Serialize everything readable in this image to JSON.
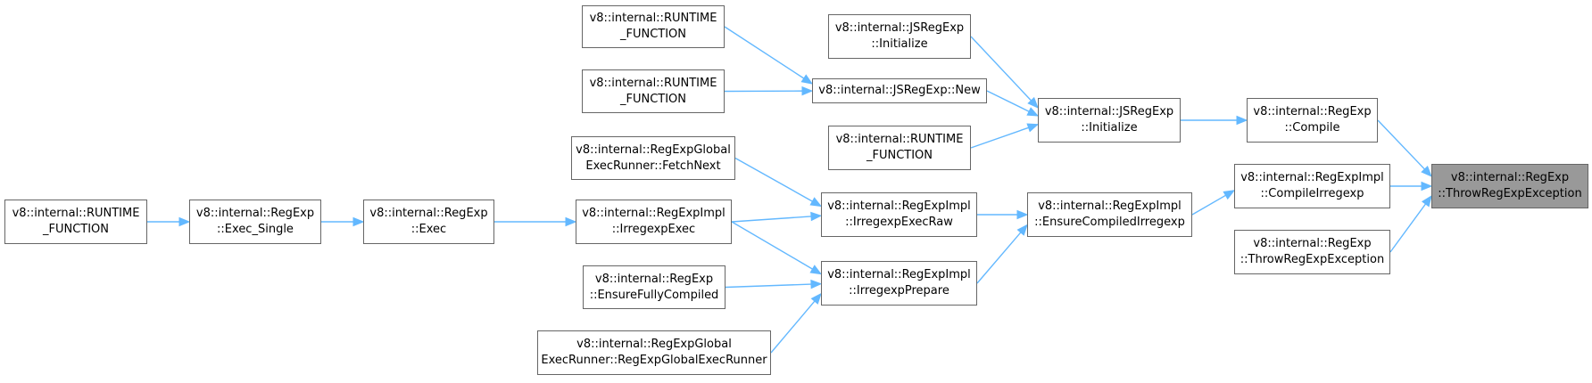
{
  "colors": {
    "edge": "#63b8ff",
    "node_border": "#666666",
    "focus_fill": "#999999",
    "node_fill": "#ffffff"
  },
  "nodes": {
    "throw_focus": {
      "line1": "v8::internal::RegExp",
      "line2": "::ThrowRegExpException"
    },
    "regexp_compile": {
      "line1": "v8::internal::RegExp",
      "line2": "::Compile"
    },
    "compile_irregexp": {
      "line1": "v8::internal::RegExpImpl",
      "line2": "::CompileIrregexp"
    },
    "throw_other": {
      "line1": "v8::internal::RegExp",
      "line2": "::ThrowRegExpException"
    },
    "jsregexp_init_b": {
      "line1": "v8::internal::JSRegExp",
      "line2": "::Initialize"
    },
    "ensure_compiled": {
      "line1": "v8::internal::RegExpImpl",
      "line2": "::EnsureCompiledIrregexp"
    },
    "jsregexp_init_a": {
      "line1": "v8::internal::JSRegExp",
      "line2": "::Initialize"
    },
    "jsregexp_new": {
      "line1": "v8::internal::JSRegExp::New"
    },
    "runtime_3": {
      "line1": "v8::internal::RUNTIME",
      "line2": "_FUNCTION"
    },
    "irregexp_exec_raw": {
      "line1": "v8::internal::RegExpImpl",
      "line2": "::IrregexpExecRaw"
    },
    "irregexp_prepare": {
      "line1": "v8::internal::RegExpImpl",
      "line2": "::IrregexpPrepare"
    },
    "runtime_1": {
      "line1": "v8::internal::RUNTIME",
      "line2": "_FUNCTION"
    },
    "runtime_2": {
      "line1": "v8::internal::RUNTIME",
      "line2": "_FUNCTION"
    },
    "fetch_next": {
      "line1": "v8::internal::RegExpGlobal",
      "line2": "ExecRunner::FetchNext"
    },
    "irregexp_exec": {
      "line1": "v8::internal::RegExpImpl",
      "line2": "::IrregexpExec"
    },
    "ensure_fully": {
      "line1": "v8::internal::RegExp",
      "line2": "::EnsureFullyCompiled"
    },
    "global_runner": {
      "line1": "v8::internal::RegExpGlobal",
      "line2": "ExecRunner::RegExpGlobalExecRunner"
    },
    "regexp_exec": {
      "line1": "v8::internal::RegExp",
      "line2": "::Exec"
    },
    "exec_single": {
      "line1": "v8::internal::RegExp",
      "line2": "::Exec_Single"
    },
    "runtime_4": {
      "line1": "v8::internal::RUNTIME",
      "line2": "_FUNCTION"
    }
  },
  "edges": [
    [
      "regexp_compile",
      "throw_focus"
    ],
    [
      "compile_irregexp",
      "throw_focus"
    ],
    [
      "throw_other",
      "throw_focus"
    ],
    [
      "jsregexp_init_b",
      "regexp_compile"
    ],
    [
      "ensure_compiled",
      "compile_irregexp"
    ],
    [
      "jsregexp_init_a",
      "jsregexp_init_b"
    ],
    [
      "jsregexp_new",
      "jsregexp_init_b"
    ],
    [
      "runtime_3",
      "jsregexp_init_b"
    ],
    [
      "runtime_1",
      "jsregexp_new"
    ],
    [
      "runtime_2",
      "jsregexp_new"
    ],
    [
      "irregexp_exec_raw",
      "ensure_compiled"
    ],
    [
      "irregexp_prepare",
      "ensure_compiled"
    ],
    [
      "fetch_next",
      "irregexp_exec_raw"
    ],
    [
      "irregexp_exec",
      "irregexp_exec_raw"
    ],
    [
      "irregexp_exec",
      "irregexp_prepare"
    ],
    [
      "ensure_fully",
      "irregexp_prepare"
    ],
    [
      "global_runner",
      "irregexp_prepare"
    ],
    [
      "regexp_exec",
      "irregexp_exec"
    ],
    [
      "exec_single",
      "regexp_exec"
    ],
    [
      "runtime_4",
      "exec_single"
    ]
  ]
}
